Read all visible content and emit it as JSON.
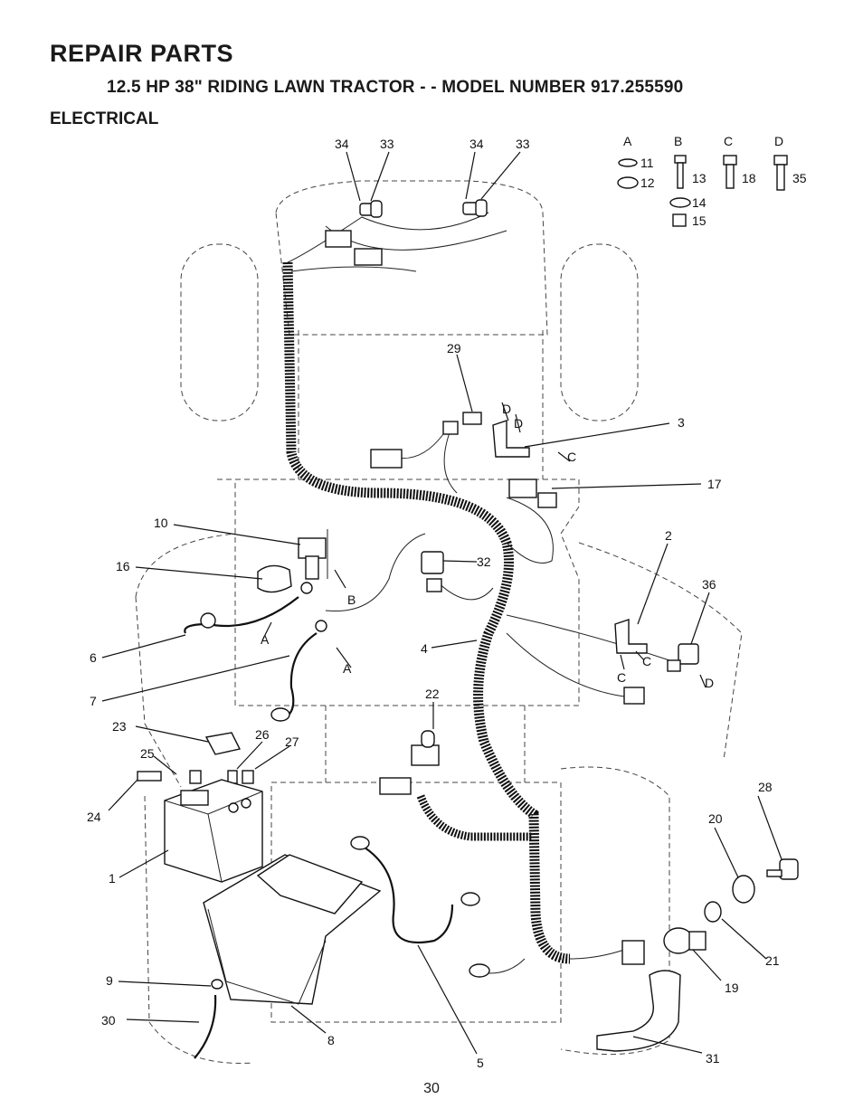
{
  "header": {
    "title": "REPAIR PARTS",
    "subtitle": "12.5 HP 38\" RIDING LAWN TRACTOR - - MODEL NUMBER 917.255590",
    "section": "ELECTRICAL"
  },
  "page_number": "30",
  "hardware_key": {
    "columns": [
      "A",
      "B",
      "C",
      "D"
    ],
    "items": [
      "11",
      "12",
      "13",
      "14",
      "15",
      "18",
      "35"
    ]
  },
  "callouts": {
    "c1": "1",
    "c2": "2",
    "c3": "3",
    "c4": "4",
    "c5": "5",
    "c6": "6",
    "c7": "7",
    "c8": "8",
    "c9": "9",
    "c10": "10",
    "c16": "16",
    "c17": "17",
    "c19": "19",
    "c20": "20",
    "c21": "21",
    "c22": "22",
    "c23": "23",
    "c24": "24",
    "c25": "25",
    "c26": "26",
    "c27": "27",
    "c28": "28",
    "c29": "29",
    "c30": "30",
    "c31": "31",
    "c32": "32",
    "c33a": "33",
    "c33b": "33",
    "c34a": "34",
    "c34b": "34",
    "c36": "36"
  },
  "letters": {
    "a1": "A",
    "a2": "A",
    "b1": "B",
    "c1": "C",
    "c2": "C",
    "c3": "C",
    "d1": "D",
    "d2": "D",
    "d3": "D"
  }
}
